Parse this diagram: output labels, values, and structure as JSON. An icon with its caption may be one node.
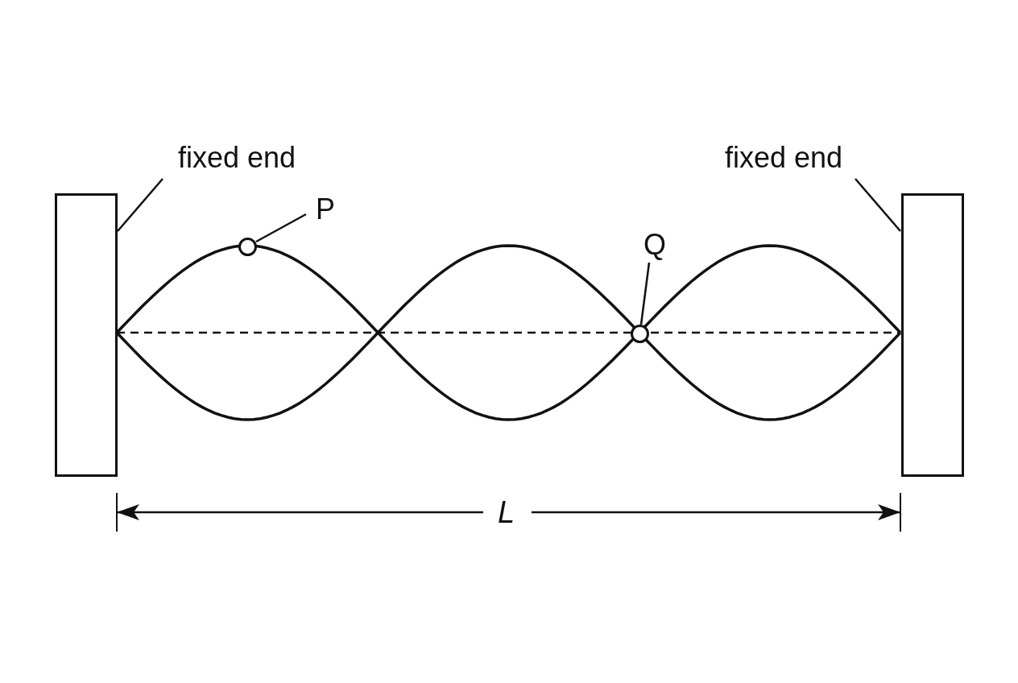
{
  "diagram": {
    "nodes": [
      {
        "text": [
          "fixed end"
        ]
      },
      {
        "text": [],
        "shape": "box"
      },
      {
        "text": [
          "fixed end"
        ]
      },
      {
        "text": [],
        "shape": "box"
      },
      {
        "text": [
          "P"
        ]
      },
      {
        "text": [],
        "shape": "circle"
      },
      {
        "text": [
          "Q"
        ]
      },
      {
        "text": [],
        "shape": "circle"
      }
    ],
    "edges": [
      {
        "from": 0,
        "to": 1,
        "arrow": "none"
      },
      {
        "from": 2,
        "to": 3,
        "arrow": "none"
      },
      {
        "from": 4,
        "to": 5,
        "arrow": "none"
      },
      {
        "from": 6,
        "to": 7,
        "arrow": "none"
      }
    ],
    "labels": [
      "L"
    ]
  }
}
